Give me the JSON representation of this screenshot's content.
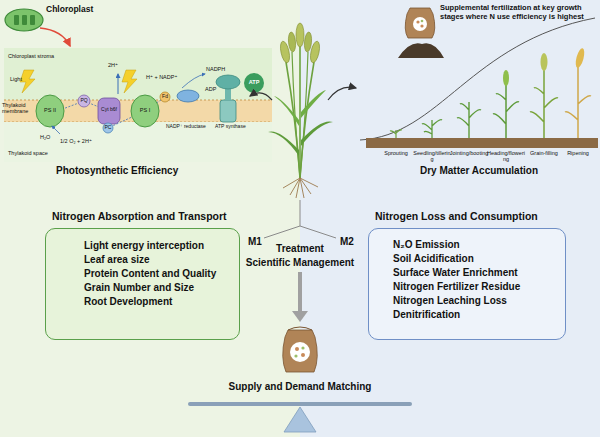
{
  "diagram": {
    "nodes": [
      {
        "text": [
          "Nitrogen Absorption and Transport",
          "Light energy interception",
          "Leaf area size",
          "Protein Content and Quality",
          "Grain Number and Size",
          "Root Development"
        ]
      },
      {
        "text": [
          "Nitrogen Loss and Consumption",
          "N₂O Emission",
          "Soil Acidification",
          "Surface Water Enrichment",
          "Nitrogen Fertilizer Residue",
          "Nitrogen Leaching Loss",
          "Denitrification"
        ]
      }
    ],
    "labels": [
      "Chloroplast",
      "Chloroplast stroma",
      "Light",
      "2H⁺",
      "H⁺ + NADP⁺",
      "NADPH",
      "PS II",
      "PQ",
      "Cyt b6f",
      "PC",
      "PS I",
      "Fd",
      "NADP⁺ reductase",
      "ATP synthase",
      "ADP",
      "ATP",
      "Thylakoid membrane",
      "H₂O",
      "1/2 O₂ + 2H⁺",
      "Thylakoid space",
      "Photosynthetic Efficiency",
      "Supplemental fertilization at key growth stages where N use efficiency is highest",
      "Sprouting",
      "Seedling/tillering",
      "Jointing/booting",
      "Heading/flowering",
      "Grain-filling",
      "Ripening",
      "Dry Matter Accumulation",
      "M1",
      "Treatment",
      "M2",
      "Scientific Management",
      "Supply and Demand Matching"
    ]
  }
}
